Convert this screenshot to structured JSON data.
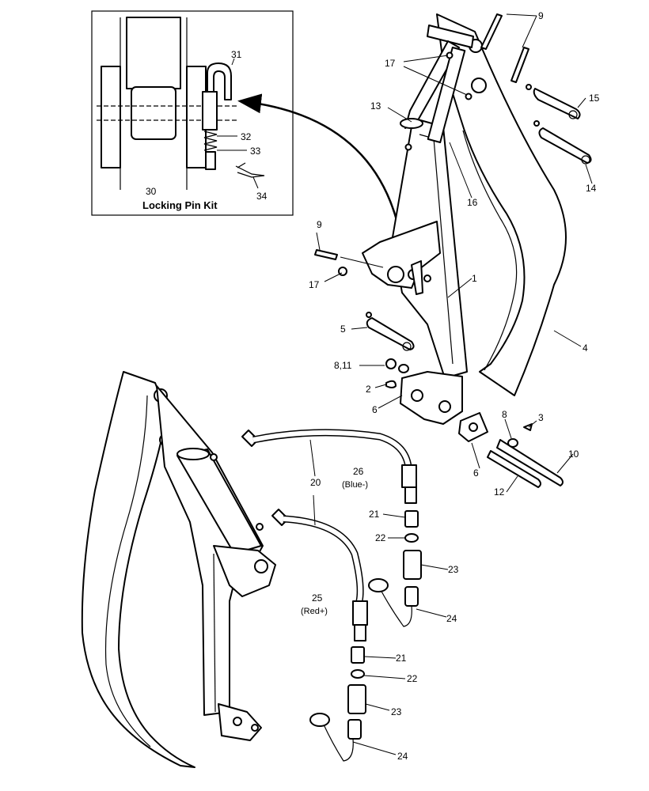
{
  "inset": {
    "title": "Locking Pin Kit",
    "kit_number": "30",
    "callouts": [
      "31",
      "32",
      "33",
      "34"
    ]
  },
  "callouts": {
    "c1": "1",
    "c2": "2",
    "c3": "3",
    "c4": "4",
    "c5": "5",
    "c6a": "6",
    "c6b": "6",
    "c8a": "8",
    "c811": "8,11",
    "c9a": "9",
    "c9b": "9",
    "c10": "10",
    "c12": "12",
    "c13": "13",
    "c14": "14",
    "c15": "15",
    "c16": "16",
    "c17a": "17",
    "c17b": "17",
    "c20": "20",
    "c21a": "21",
    "c21b": "21",
    "c22a": "22",
    "c22b": "22",
    "c23a": "23",
    "c23b": "23",
    "c24a": "24",
    "c24b": "24",
    "c25": "25",
    "c26": "26"
  },
  "hose_notes": {
    "blue": "(Blue-)",
    "red": "(Red+)"
  }
}
